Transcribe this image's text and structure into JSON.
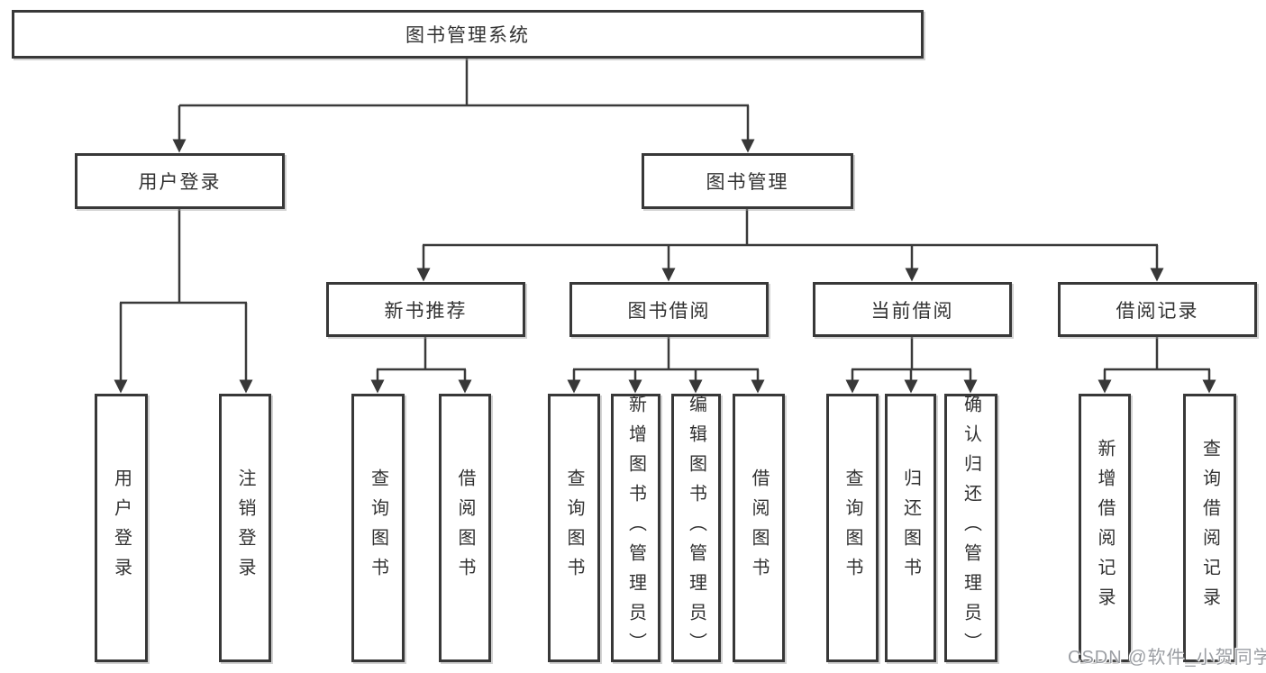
{
  "diagram": {
    "root": {
      "label": "图书管理系统"
    },
    "branches": [
      {
        "label": "用户登录",
        "children": [
          {
            "label": "用户登录"
          },
          {
            "label": "注销登录"
          }
        ]
      },
      {
        "label": "图书管理",
        "groups": [
          {
            "label": "新书推荐",
            "children": [
              {
                "label": "查询图书"
              },
              {
                "label": "借阅图书"
              }
            ]
          },
          {
            "label": "图书借阅",
            "children": [
              {
                "label": "查询图书"
              },
              {
                "label": "新增图书（管理员）"
              },
              {
                "label": "编辑图书（管理员）"
              },
              {
                "label": "借阅图书"
              }
            ]
          },
          {
            "label": "当前借阅",
            "children": [
              {
                "label": "查询图书"
              },
              {
                "label": "归还图书"
              },
              {
                "label": "确认归还（管理员）"
              }
            ]
          },
          {
            "label": "借阅记录",
            "children": [
              {
                "label": "新增借阅记录"
              },
              {
                "label": "查询借阅记录"
              }
            ]
          }
        ]
      }
    ],
    "colors": {
      "line": "#3a3a3a",
      "text": "#323232",
      "background": "#ffffff",
      "watermark": "#9b9ea3"
    }
  },
  "watermark": {
    "text": "CSDN @软件_小贺同学"
  }
}
